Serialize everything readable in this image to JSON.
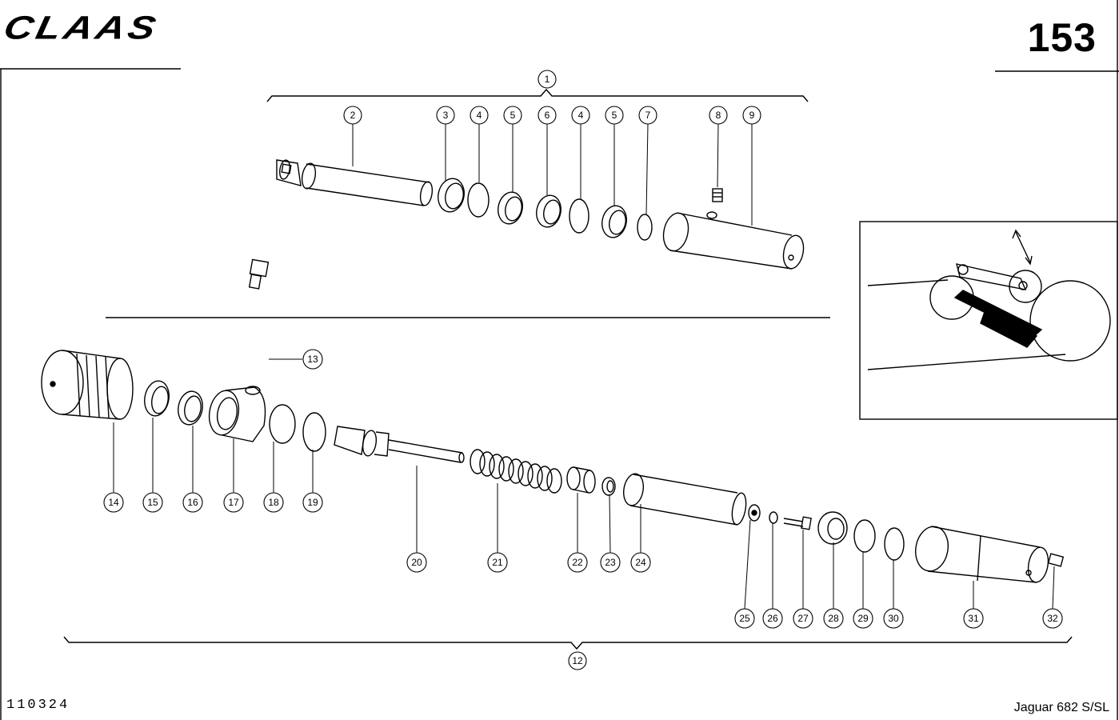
{
  "header": {
    "logo_text": "CLAAS",
    "page_number": "153"
  },
  "footer": {
    "doc_code": "110324",
    "model": "Jaguar 682 S/SL"
  },
  "callouts": {
    "c1": "1",
    "c2": "2",
    "c3": "3",
    "c4a": "4",
    "c5a": "5",
    "c6": "6",
    "c4b": "4",
    "c5b": "5",
    "c7": "7",
    "c8": "8",
    "c9": "9",
    "c12": "12",
    "c13": "13",
    "c14": "14",
    "c15": "15",
    "c16": "16",
    "c17": "17",
    "c18": "18",
    "c19": "19",
    "c20": "20",
    "c21": "21",
    "c22": "22",
    "c23": "23",
    "c24": "24",
    "c25": "25",
    "c26": "26",
    "c27": "27",
    "c28": "28",
    "c29": "29",
    "c30": "30",
    "c31": "31",
    "c32": "32"
  }
}
